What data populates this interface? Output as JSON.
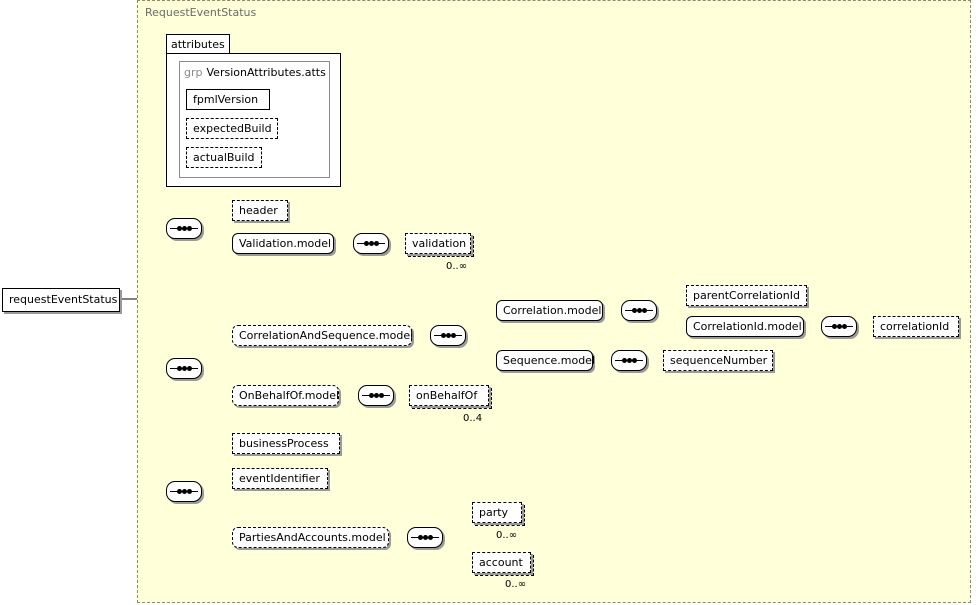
{
  "diagram": {
    "type_name": "RequestEventStatus",
    "root_element": "requestEventStatus",
    "attributes_tab": "attributes",
    "attribute_group": {
      "keyword": "grp",
      "name": "VersionAttributes.atts"
    },
    "attributes": [
      "fpmlVersion",
      "expectedBuild",
      "actualBuild"
    ],
    "elements": {
      "header": "header",
      "validation_model": "Validation.model",
      "validation": "validation",
      "validation_card": "0..∞",
      "correlation_and_sequence_model": "CorrelationAndSequence.model",
      "correlation_model": "Correlation.model",
      "parent_correlation_id": "parentCorrelationId",
      "correlation_id_model": "CorrelationId.model",
      "correlation_id": "correlationId",
      "sequence_model": "Sequence.model",
      "sequence_number": "sequenceNumber",
      "on_behalf_of_model": "OnBehalfOf.model",
      "on_behalf_of": "onBehalfOf",
      "on_behalf_of_card": "0..4",
      "business_process": "businessProcess",
      "event_identifier": "eventIdentifier",
      "parties_and_accounts_model": "PartiesAndAccounts.model",
      "party": "party",
      "party_card": "0..∞",
      "account": "account",
      "account_card": "0..∞"
    },
    "colors": {
      "type_background": "#ffffd9",
      "border": "#000000",
      "shadow": "#9a9a9a"
    }
  }
}
